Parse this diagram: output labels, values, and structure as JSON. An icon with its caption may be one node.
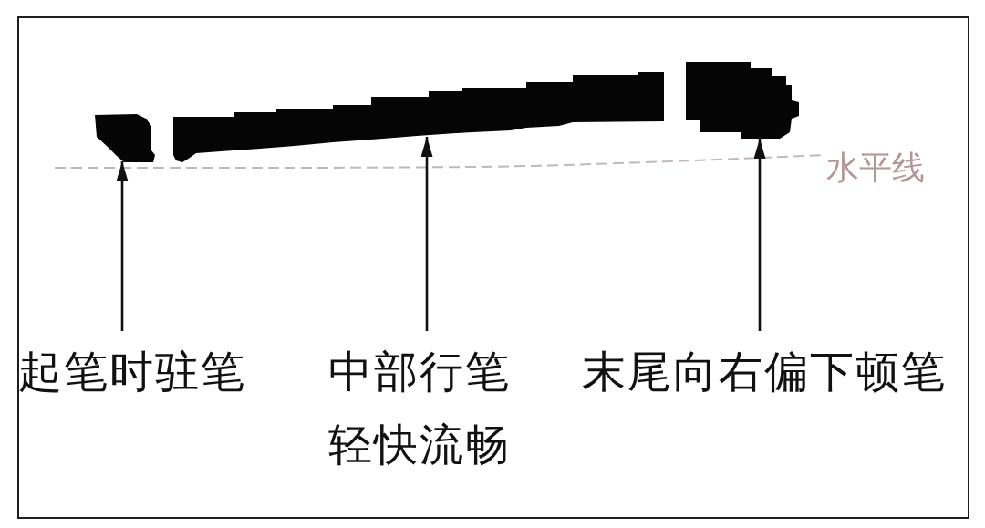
{
  "diagram": {
    "nodes": [
      {
        "text": [],
        "shape": "bar"
      },
      {
        "text": [],
        "shape": "bar"
      },
      {
        "text": [],
        "shape": "bar"
      },
      {
        "text": [
          "起笔时驻笔"
        ]
      },
      {
        "text": [
          "中部行笔轻快流畅"
        ]
      },
      {
        "text": [
          "末尾向右偏下顿笔"
        ]
      }
    ],
    "edges": [
      {
        "from": 3,
        "to": 0,
        "arrow": "to"
      },
      {
        "from": 4,
        "to": 1,
        "arrow": "to"
      },
      {
        "from": 5,
        "to": 2,
        "arrow": "to"
      }
    ],
    "labels": [
      "水平线"
    ]
  }
}
